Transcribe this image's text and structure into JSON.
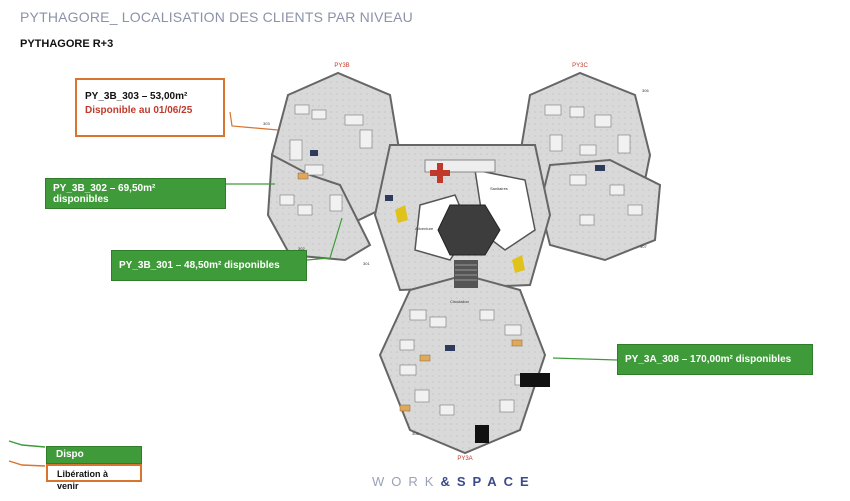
{
  "header": {
    "title": "PYTHAGORE_ LOCALISATION DES CLIENTS PAR NIVEAU",
    "subtitle": "PYTHAGORE R+3"
  },
  "plan": {
    "zones": {
      "py3b": "PY3B",
      "py3c": "PY3C",
      "py3a": "PY3A"
    },
    "rooms": {
      "center_left": "Adventure",
      "center_right": "Sanitaires",
      "circulation": "Circulation",
      "office_303": "303",
      "office_302": "302",
      "office_301": "301",
      "office_308": "308",
      "office_307": "307",
      "office_306": "306"
    }
  },
  "callouts": {
    "py3b303": {
      "line1": "PY_3B_303 – 53,00m²",
      "line2": "Disponible au 01/06/25"
    },
    "py3b302": {
      "line1": "PY_3B_302 – 69,50m²",
      "line2": "disponibles"
    },
    "py3b301": {
      "text": "PY_3B_301 – 48,50m² disponibles"
    },
    "py3a308": {
      "text": "PY_3A_308 – 170,00m² disponibles"
    }
  },
  "legend": {
    "dispo": "Dispo",
    "liberation": "Libération à venir"
  },
  "footer": {
    "work": "WORK",
    "amp": "&",
    "space": "SPACE"
  },
  "colors": {
    "available": "#3f9b3a",
    "upcoming": "#d9742f",
    "title": "#8a93a8",
    "brand": "#3b4a8c"
  }
}
